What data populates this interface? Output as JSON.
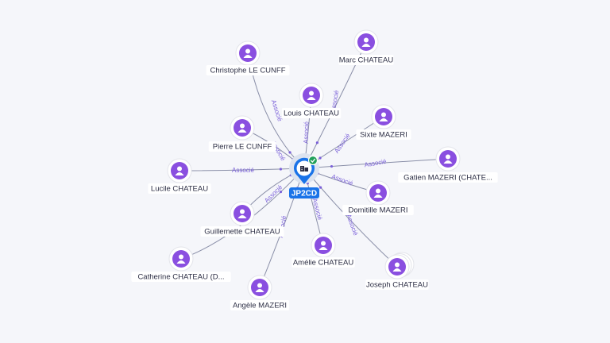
{
  "center": {
    "label": "JP2CD",
    "icon": "building-icon",
    "badge": "check-badge-icon",
    "color": "#1a73e8",
    "badge_color": "#22a05b"
  },
  "node_color": "#8a4fe0",
  "edge_label": "Associé",
  "nodes": [
    {
      "id": "christophe",
      "label": "Christophe LE CUNFF",
      "icon": "person-icon"
    },
    {
      "id": "marc",
      "label": "Marc CHATEAU",
      "icon": "person-icon"
    },
    {
      "id": "louis",
      "label": "Louis CHATEAU",
      "icon": "person-icon"
    },
    {
      "id": "sixte",
      "label": "Sixte MAZERI",
      "icon": "person-icon"
    },
    {
      "id": "pierre",
      "label": "Pierre LE CUNFF",
      "icon": "person-icon"
    },
    {
      "id": "gatien",
      "label": "Gatien MAZERI (CHATE...",
      "icon": "person-icon"
    },
    {
      "id": "lucile",
      "label": "Lucile CHATEAU",
      "icon": "person-icon"
    },
    {
      "id": "domitille",
      "label": "Domitille MAZERI",
      "icon": "person-icon"
    },
    {
      "id": "guillemette",
      "label": "Guillemette CHATEAU",
      "icon": "person-icon"
    },
    {
      "id": "amelie",
      "label": "Amélie CHATEAU",
      "icon": "person-icon"
    },
    {
      "id": "catherine",
      "label": "Catherine CHATEAU (D...",
      "icon": "person-icon"
    },
    {
      "id": "joseph",
      "label": "Joseph CHATEAU",
      "icon": "person-icon"
    },
    {
      "id": "angele",
      "label": "Angèle MAZERI",
      "icon": "person-icon"
    }
  ]
}
